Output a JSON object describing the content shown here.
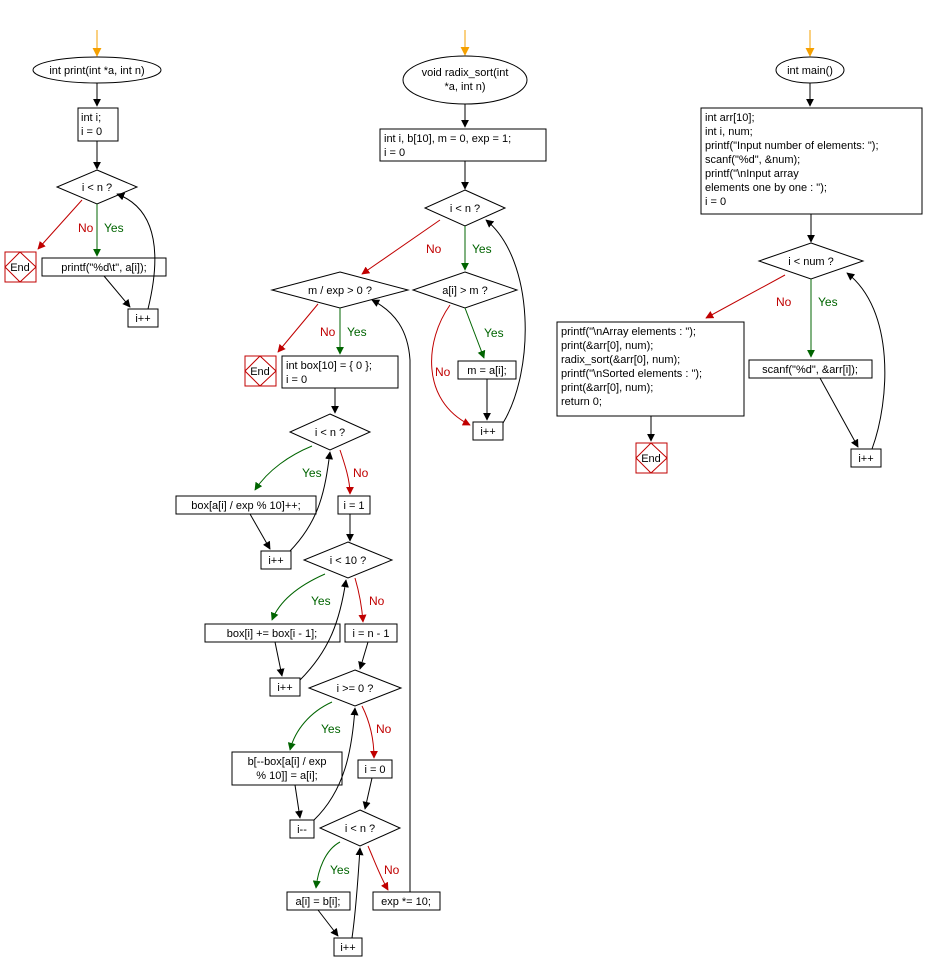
{
  "colors": {
    "yes": "#006400",
    "no": "#c00000",
    "start_arrow": "#f5a000",
    "line": "#000000"
  },
  "flowchart": {
    "print": {
      "start": "int print(int *a, int n)",
      "init": [
        "int i;",
        "i = 0"
      ],
      "cond": "i < n ?",
      "body": "printf(\"%d\\t\", a[i]);",
      "inc": "i++",
      "end": "End",
      "yes": "Yes",
      "no": "No"
    },
    "radix": {
      "start": [
        "void radix_sort(int",
        "*a, int n)"
      ],
      "init": [
        "int i, b[10], m = 0, exp = 1;",
        "i = 0"
      ],
      "cond1": "i < n ?",
      "cond_max": "a[i] > m ?",
      "assign_m": "m = a[i];",
      "inc1": "i++",
      "cond_exp": "m / exp > 0 ?",
      "box_init": [
        "int box[10] = { 0 };",
        "i = 0"
      ],
      "cond2": "i < n ?",
      "box_inc": "box[a[i] / exp % 10]++;",
      "inc2": "i++",
      "set_i1": "i = 1",
      "cond3": "i < 10 ?",
      "box_cum": "box[i] += box[i - 1];",
      "inc3": "i++",
      "set_n1": "i = n - 1",
      "cond4": "i >= 0 ?",
      "b_assign": [
        "b[--box[a[i] / exp",
        "% 10]] = a[i];"
      ],
      "dec4": "i--",
      "set_i0": "i = 0",
      "cond5": "i < n ?",
      "copy_back": "a[i] = b[i];",
      "inc5": "i++",
      "exp_mul": "exp *= 10;",
      "end": "End",
      "yes": "Yes",
      "no": "No"
    },
    "main": {
      "start": "int main()",
      "init": [
        "int arr[10];",
        "int i, num;",
        "printf(\"Input  number of elements: \");",
        "scanf(\"%d\", &num);",
        "printf(\"\\nInput  array",
        "elements one by one : \");",
        "i = 0"
      ],
      "cond": "i < num ?",
      "scan": "scanf(\"%d\", &arr[i]);",
      "inc": "i++",
      "final": [
        "printf(\"\\nArray  elements : \");",
        "print(&arr[0], num);",
        "radix_sort(&arr[0], num);",
        "printf(\"\\nSorted  elements : \");",
        "print(&arr[0], num);",
        "return 0;"
      ],
      "end": "End",
      "yes": "Yes",
      "no": "No"
    }
  }
}
